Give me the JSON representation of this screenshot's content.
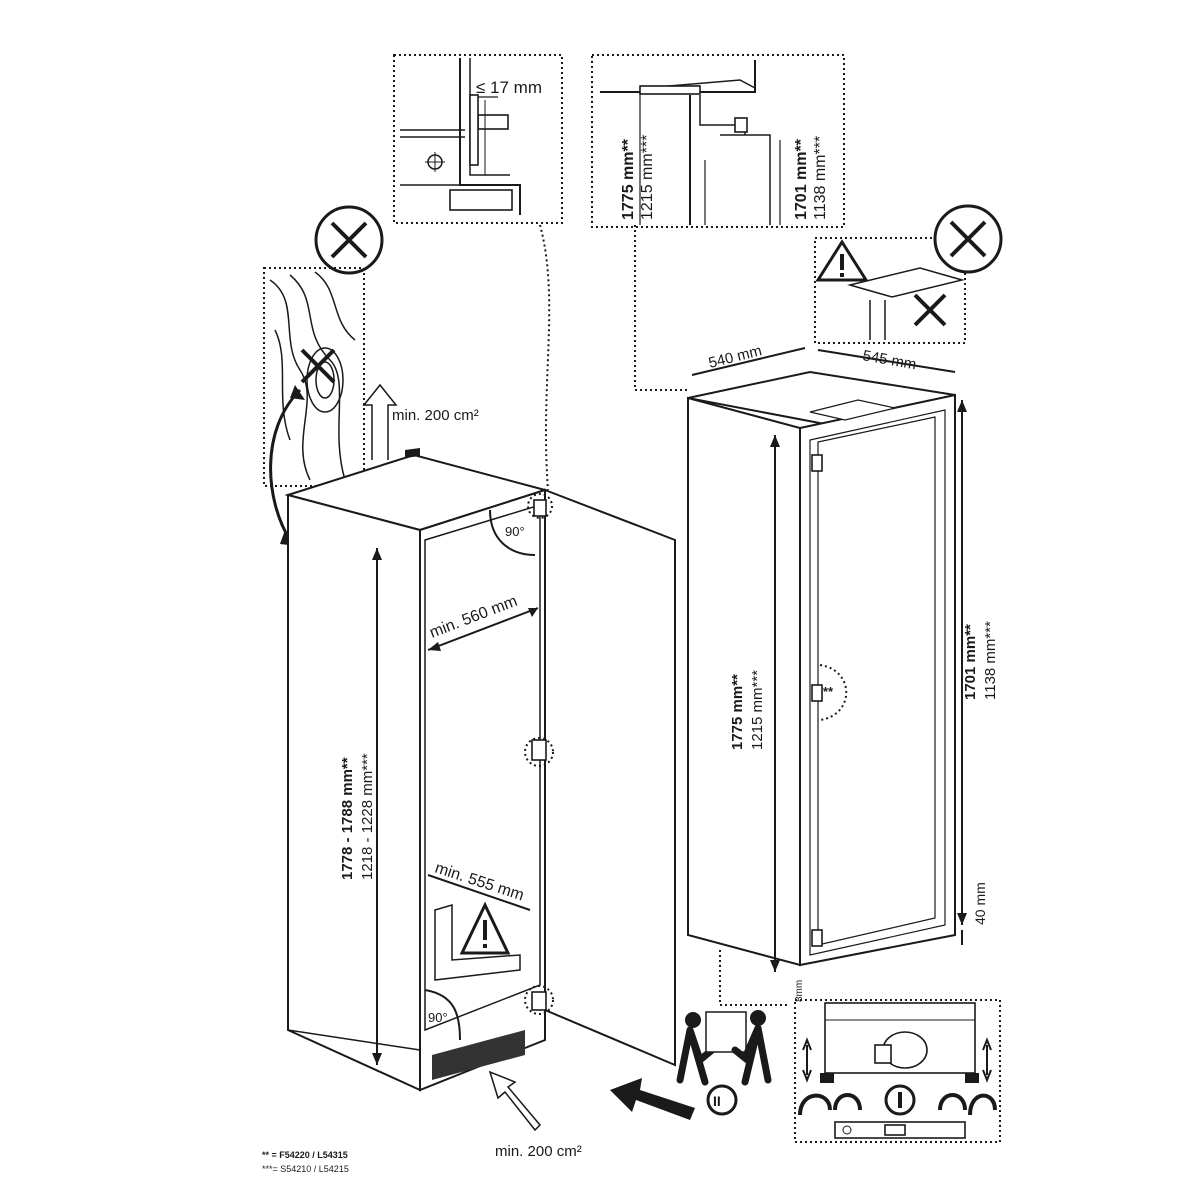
{
  "labels": {
    "hinge_clearance": "≤ 17 mm",
    "vent_top": "min. 200 cm²",
    "vent_bottom": "min. 200 cm²",
    "angle_top": "90°",
    "angle_bottom": "90°",
    "niche_width_top": "min. 560 mm",
    "niche_width_bottom": "min. 555 mm",
    "niche_height_primary": "1778 - 1788 mm**",
    "niche_height_secondary": "1218 - 1228 mm***",
    "appliance_width": "540 mm",
    "appliance_depth": "545 mm",
    "appliance_height_primary": "1775 mm**",
    "appliance_height_secondary": "1215 mm***",
    "door_height_primary": "1701 mm**",
    "door_height_secondary": "1138 mm***",
    "detail_height_primary": "1775 mm**",
    "detail_height_secondary": "1215 mm***",
    "detail_door_primary": "1701 mm**",
    "detail_door_secondary": "1138 mm***",
    "plinth_gap": "40 mm",
    "bottom_gap": "8mm",
    "hinge_marker": "**",
    "step_number": "II"
  },
  "footnotes": {
    "double_star": "** = F54220 / L54315",
    "triple_star": "***= S54210 / L54215"
  },
  "icons": [
    "prohibited-icon",
    "warning-icon",
    "two-person-lift-icon",
    "wood-grain-icon",
    "spirit-level-icon"
  ]
}
